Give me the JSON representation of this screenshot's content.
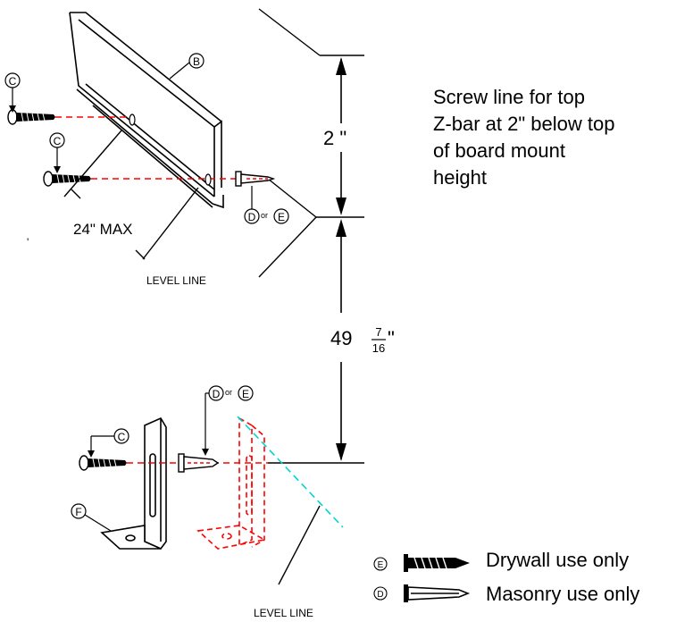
{
  "callouts": {
    "b": "B",
    "c": "C",
    "d": "D",
    "e": "E",
    "f": "F",
    "or": "or"
  },
  "labels": {
    "max_spacing": "24\" MAX",
    "level_line": "LEVEL LINE",
    "dim_top": "2 \"",
    "dim_main_whole": "49",
    "dim_main_num": "7",
    "dim_main_den": "16",
    "dim_main_unit": "\"",
    "stray_mark": "'"
  },
  "note": {
    "line1": "Screw line for top",
    "line2": "Z-bar at 2\" below top",
    "line3": "of board mount",
    "line4": "height"
  },
  "legend": [
    {
      "letter": "E",
      "text": "Drywall use only",
      "icon": "drywall-anchor-icon"
    },
    {
      "letter": "D",
      "text": "Masonry use only",
      "icon": "masonry-anchor-icon"
    }
  ],
  "colors": {
    "line": "#000000",
    "guide": "#ff0000",
    "level": "#00d4d4"
  }
}
